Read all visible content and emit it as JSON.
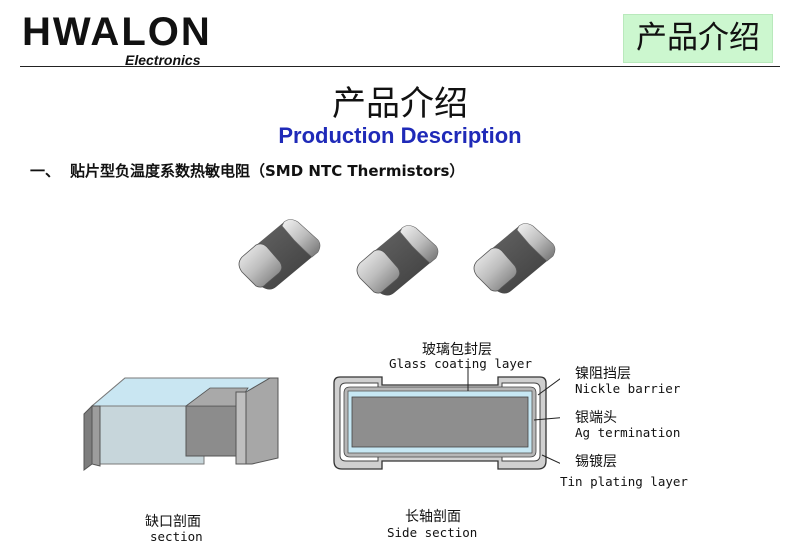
{
  "header": {
    "logo_text": "HWALON",
    "logo_subtitle": "Electronics",
    "corner_label": "产品介绍"
  },
  "title": {
    "chinese": "产品介绍",
    "english": "Production Description"
  },
  "section": {
    "number": "一、",
    "text": "贴片型负温度系数热敏电阻（SMD NTC Thermistors）"
  },
  "diagram": {
    "glass_coating": {
      "cn": "玻璃包封层",
      "en": "Glass coating layer"
    },
    "nickle_barrier": {
      "cn": "镍阻挡层",
      "en": "Nickle barrier"
    },
    "ag_termination": {
      "cn": "银端头",
      "en": "Ag termination"
    },
    "tin_plating": {
      "cn": "锡镀层",
      "en": "Tin plating layer"
    },
    "section_caption": {
      "cn": "缺口剖面",
      "en": "section"
    },
    "side_caption": {
      "cn": "长轴剖面",
      "en": "Side section"
    }
  },
  "colors": {
    "title_blue": "#1f2ab8",
    "corner_green": "#ccf7cf",
    "glass_blue": "#bfe6f4",
    "body_gray": "#8e8e8e"
  }
}
